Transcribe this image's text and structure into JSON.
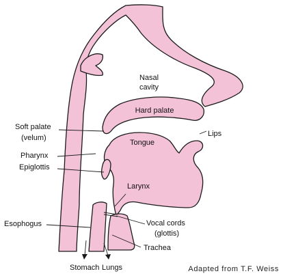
{
  "labels": {
    "nasal_cavity_line1": "Nasal",
    "nasal_cavity_line2": "cavity",
    "hard_palate": "Hard palate",
    "soft_palate_line1": "Soft palate",
    "soft_palate_line2": "(velum)",
    "lips": "Lips",
    "tongue": "Tongue",
    "pharynx": "Pharynx",
    "epiglottis": "Epiglottis",
    "larynx": "Larynx",
    "esophogus": "Esophogus",
    "vocal_cords_line1": "Vocal cords",
    "vocal_cords_line2": "(glottis)",
    "trachea": "Trachea",
    "stomach": "Stomach",
    "lungs": "Lungs"
  },
  "credit": "Adapted from T.F. Weiss",
  "colors": {
    "tissue_fill": "#f4c2d7",
    "outline": "#1a1a1a"
  }
}
